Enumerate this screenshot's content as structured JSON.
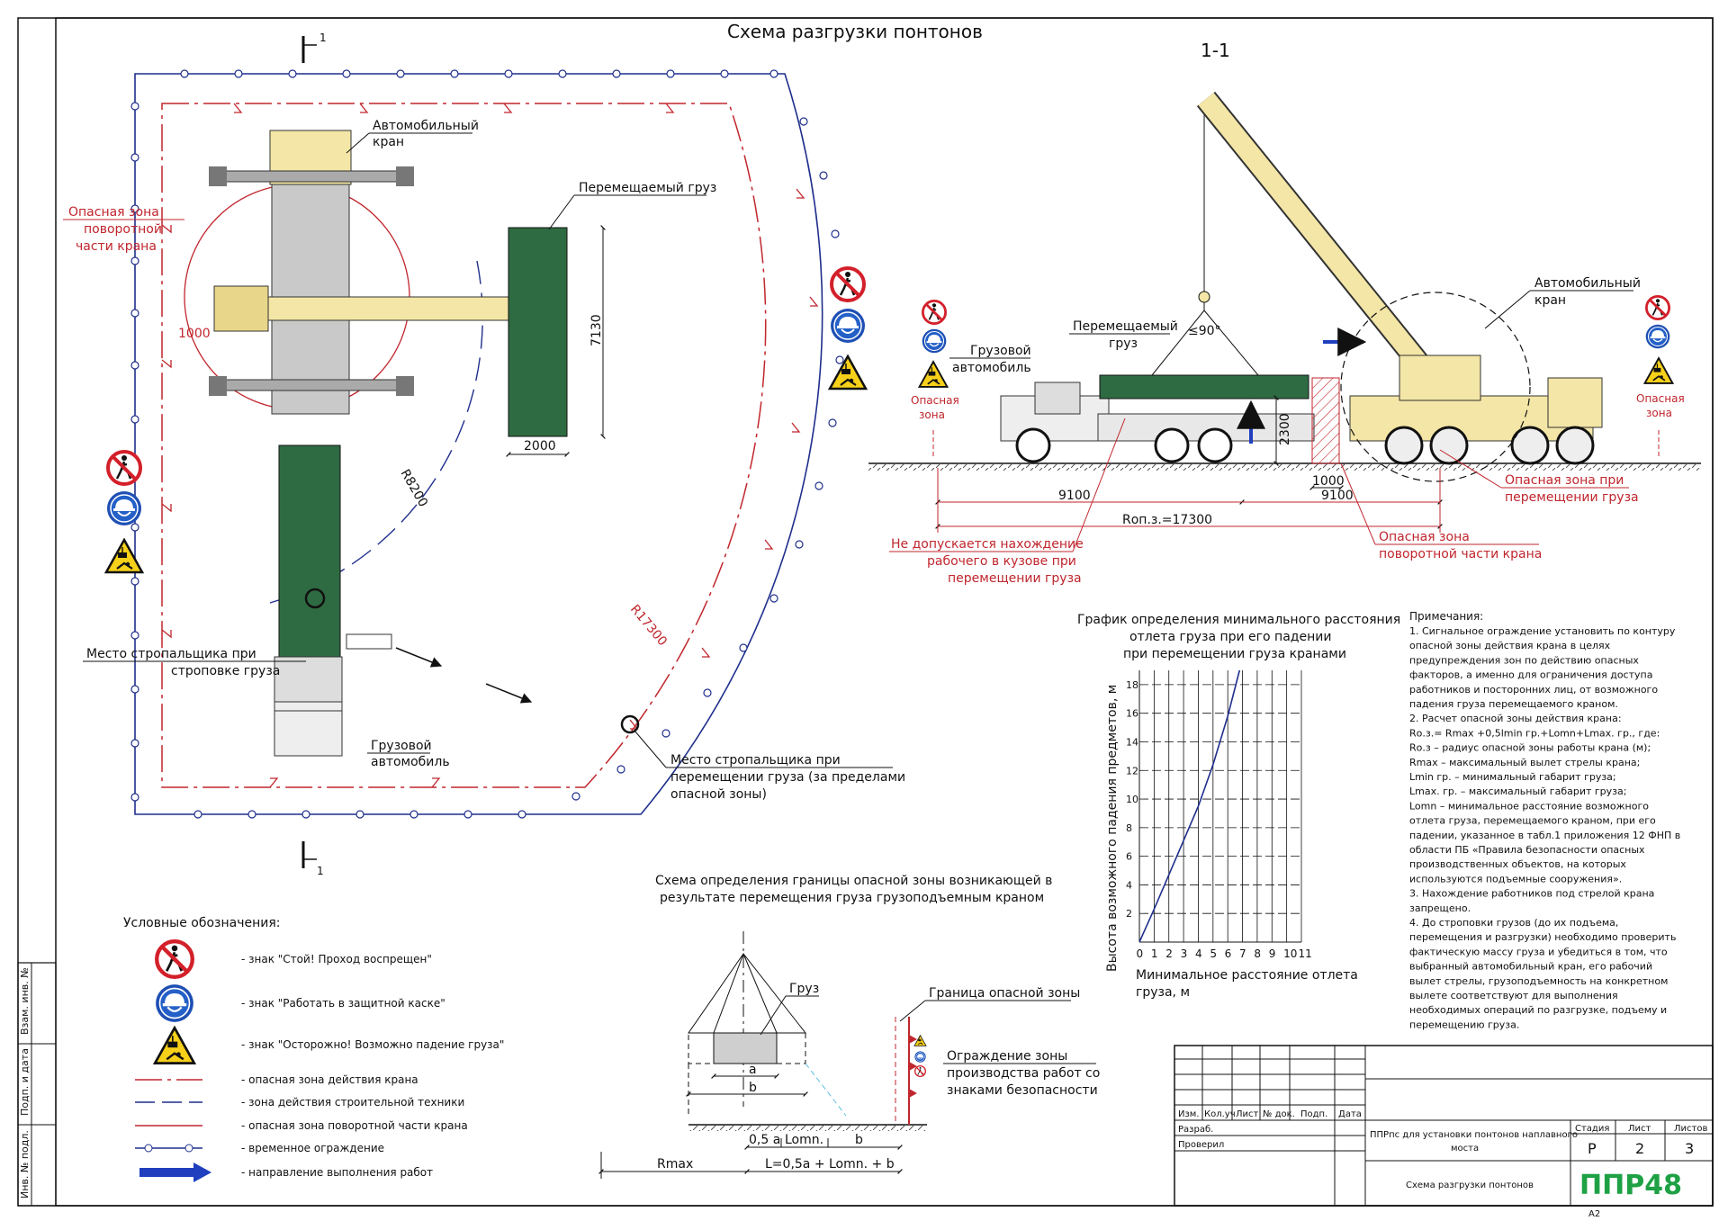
{
  "sheet": {
    "main_title": "Схема разгрузки понтонов",
    "section_title": "1-1",
    "cut_mark": "1",
    "format": "A2"
  },
  "plan": {
    "mobile_crane": [
      "Автомобильный",
      "кран"
    ],
    "danger_zone_rotating": [
      "Опасная зона",
      "поворотной",
      "части крана"
    ],
    "moved_cargo": "Перемещаемый груз",
    "dim_7130": "7130",
    "dim_2000": "2000",
    "dim_1000": "1000",
    "radius_8200": "R8200",
    "radius_17300": "R17300",
    "slinger_place": [
      "Место стропальщика при",
      "строповке груза"
    ],
    "truck": [
      "Грузовой",
      "автомобиль"
    ],
    "slinger_outside": [
      "Место стропальщика при",
      "перемещении груза (за пределами",
      "опасной зоны)"
    ]
  },
  "section": {
    "danger_zone_left": [
      "Опасная",
      "зона"
    ],
    "truck": [
      "Грузовой",
      "автомобиль"
    ],
    "moved_cargo": [
      "Перемещаемый",
      "груз"
    ],
    "angle": "≤90°",
    "crane": [
      "Автомобильный",
      "кран"
    ],
    "danger_zone_right": [
      "Опасная",
      "зона"
    ],
    "dim_2300": "2300",
    "dim_1000": "1000",
    "dim_9100_left": "9100",
    "dim_9100_right": "9100",
    "dim_roz": "Rоп.з.=17300",
    "no_person": [
      "Не допускается нахождение",
      "рабочего в кузове при",
      "перемещении груза"
    ],
    "danger_moving": [
      "Опасная зона при",
      "перемещении груза"
    ],
    "danger_rotating": [
      "Опасная зона",
      "поворотной части крана"
    ]
  },
  "chart_title": [
    "График определения минимального расстояния",
    "отлета груза при его падении",
    "при перемещении груза кранами"
  ],
  "chart_data": {
    "type": "line",
    "xlabel": "Минимальное расстояние отлета груза, м",
    "ylabel": "Высота возможного падения предметов, м",
    "xlim": [
      0,
      11
    ],
    "ylim": [
      0,
      19
    ],
    "x_ticks": [
      0,
      1,
      2,
      3,
      4,
      5,
      6,
      7,
      8,
      9,
      10,
      11
    ],
    "y_ticks": [
      2,
      4,
      6,
      8,
      10,
      12,
      14,
      16,
      18
    ],
    "grid": true,
    "series": [
      {
        "x": [
          0,
          1,
          2,
          3,
          4,
          5,
          6,
          6.8
        ],
        "y": [
          0,
          2.3,
          4.7,
          7.1,
          9.5,
          12.4,
          15.8,
          19
        ]
      }
    ]
  },
  "zone_scheme": {
    "title": [
      "Схема определения границы опасной зоны возникающей в",
      "результате перемещения груза грузоподъемным краном"
    ],
    "cargo": "Груз",
    "boundary": "Граница опасной зоны",
    "fence": [
      "Ограждение зоны",
      "производства работ со",
      "знаками безопасности"
    ],
    "a": "a",
    "b": "b",
    "half_a": "0,5 a",
    "lomn": "Lomn.",
    "b2": "b",
    "rmax": "Rmax",
    "formula": "L=0,5a + Lomn. + b"
  },
  "notes": {
    "header": "Примечания:",
    "lines": [
      "1.  Сигнальное ограждение установить по контуру",
      "опасной   зоны   действия   крана   в   целях",
      "предупреждения   зон   по   действию   опасных",
      "факторов,  а  именно  для  ограничения  доступа",
      "работников и посторонних лиц, от возможного",
      "падения груза перемещаемого краном.",
      "2.  Расчет опасной зоны действия крана:",
      "      Rо.з.= Rmax +0,5lmin гр.+Lomn+Lmax. гр., где:",
      "      Rо.з – радиус опасной зоны работы крана (м);",
      "      Rmax – максимальный вылет стрелы крана;",
      "      Lmin гр. – минимальный габарит груза;",
      "      Lmax. гр. – максимальный габарит груза;",
      "      Lomn  –  минимальное  расстояние  возможного",
      "отлета  груза,  перемещаемого  краном,  при  его",
      "падении, указанное в табл.1 приложения 12 ФНП в",
      "области   ПБ   «Правила   безопасности   опасных",
      "производственных    объектов,    на    которых",
      "используются подъемные сооружения».",
      "3.  Нахождение  работников  под  стрелой  крана",
      "запрещено.",
      "4.  До строповки грузов (до их подъема,",
      "перемещения и разгрузки) необходимо проверить",
      "фактическую массу груза и убедиться в том, что",
      "выбранный автомобильный кран, его рабочий",
      "вылет стрелы, грузоподъемность на конкретном",
      "вылете соответствуют для выполнения",
      "необходимых операций по разгрузке, подъему и",
      "перемещению груза."
    ]
  },
  "legend": {
    "title": "Условные обозначения:",
    "items": [
      "- знак \"Стой! Проход воспрещен\"",
      "- знак \"Работать в защитной каске\"",
      "- знак \"Осторожно! Возможно падение груза\"",
      "- опасная зона действия крана",
      "- зона действия строительной техники",
      "- опасная зона поворотной части крана",
      "- временное ограждение",
      "- направление выполнения работ"
    ]
  },
  "side_stamp": [
    "Взам. инв. №",
    "Подп. и дата",
    "Инв. № подл."
  ],
  "title_block": {
    "cols": [
      "Изм.",
      "Кол.уч",
      "Лист",
      "№ док.",
      "Подп.",
      "Дата"
    ],
    "developed": "Разраб.",
    "checked": "Проверил",
    "project": [
      "ППРпс для установки понтонов наплавного",
      "моста"
    ],
    "stage_h": "Стадия",
    "sheet_h": "Лист",
    "sheets_h": "Листов",
    "stage": "Р",
    "sheet": "2",
    "sheets": "3",
    "drawing": "Схема разгрузки понтонов",
    "brand": "ППР48"
  },
  "colors": {
    "danger": "#c0262d",
    "fence": "#1f2f8c",
    "cargo": "#2e6b42",
    "crane": "#f3e6a6",
    "arrow": "#1f3fbf",
    "brand": "#1ea145"
  }
}
